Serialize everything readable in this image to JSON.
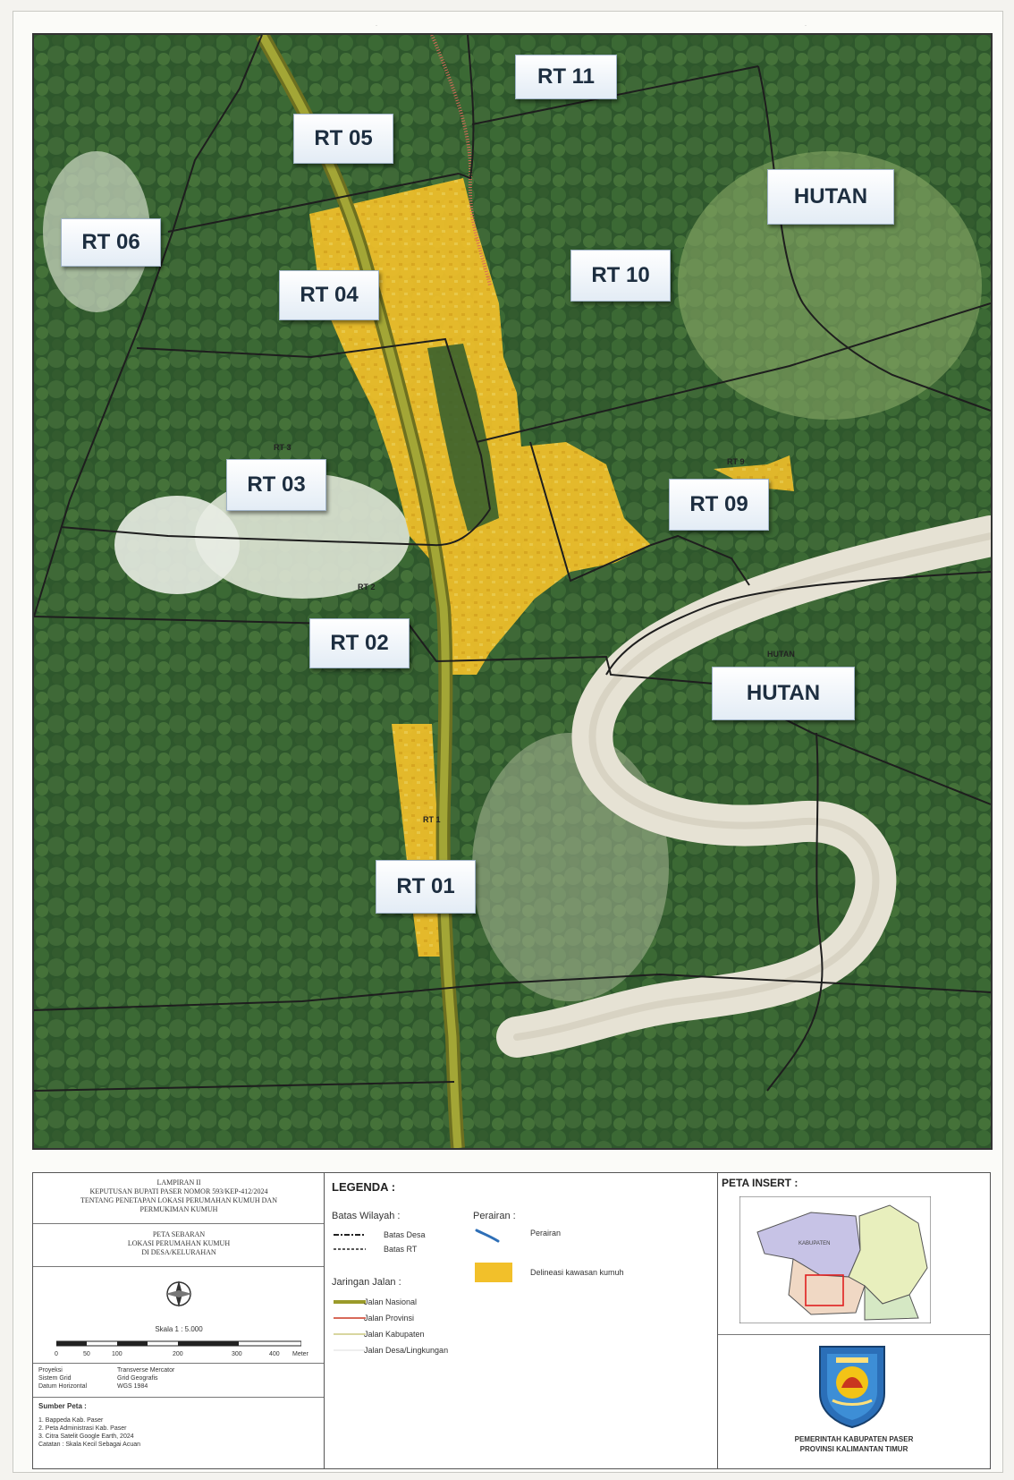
{
  "map": {
    "labels": {
      "rt11": "RT 11",
      "rt05": "RT 05",
      "hutan_top": "HUTAN",
      "rt06": "RT 06",
      "rt10": "RT 10",
      "rt04": "RT 04",
      "rt03": "RT 03",
      "rt09": "RT 09",
      "rt02": "RT 02",
      "hutan_mid": "HUTAN",
      "rt01": "RT 01"
    },
    "tiny_labels": {
      "rt3_small": "RT 3",
      "rt2_small": "RT 2",
      "rt9_small": "RT 9",
      "hutan_small": "HUTAN",
      "rt1_small": "RT 1"
    },
    "colors": {
      "settlement": "#f2c02a",
      "national_road": "#9a9a2a",
      "province_road": "#d86a5a",
      "boundary": "#222222",
      "river": "#e6e2d4"
    }
  },
  "title_box": {
    "lines": [
      "LAMPIRAN II",
      "KEPUTUSAN BUPATI PASER NOMOR 593/KEP-412/2024",
      "TENTANG PENETAPAN LOKASI PERUMAHAN KUMUH DAN",
      "PERMUKIMAN KUMUH"
    ],
    "subtitle_lines": [
      "PETA SEBARAN",
      "LOKASI PERUMAHAN KUMUH",
      "DI DESA/KELURAHAN"
    ],
    "scale_text": "Skala 1 : 5.000",
    "scale_ticks": [
      "0",
      "50",
      "100",
      "200",
      "300",
      "400",
      "Meter"
    ],
    "info_left": [
      "Proyeksi",
      "Sistem Grid",
      "Datum Horizontal"
    ],
    "info_right": [
      "Transverse Mercator",
      "Grid Geografis",
      "WGS 1984"
    ],
    "source_title": "Sumber Peta :",
    "source_lines": [
      "1. Bappeda Kab. Paser",
      "2. Peta Administrasi Kab. Paser",
      "3. Citra Satelit Google Earth, 2024",
      "Catatan : Skala Kecil Sebagai Acuan"
    ]
  },
  "legend": {
    "heading": "LEGENDA :",
    "batas_heading": "Batas Wilayah :",
    "batas_desa": "Batas Desa",
    "batas_rt": "Batas RT",
    "perairan_heading": "Perairan :",
    "perairan_item": "Perairan",
    "kumuh_item": "Delineasi kawasan kumuh",
    "jalan_heading": "Jaringan Jalan :",
    "jalan_nasional": "Jalan Nasional",
    "jalan_provinsi": "Jalan Provinsi",
    "jalan_kabupaten": "Jalan Kabupaten",
    "jalan_desa": "Jalan Desa/Lingkungan"
  },
  "insert": {
    "heading": "PETA INSERT :",
    "region_label": "KABUPATEN",
    "org_lines": [
      "PEMERINTAH KABUPATEN PASER",
      "PROVINSI KALIMANTAN TIMUR"
    ]
  }
}
